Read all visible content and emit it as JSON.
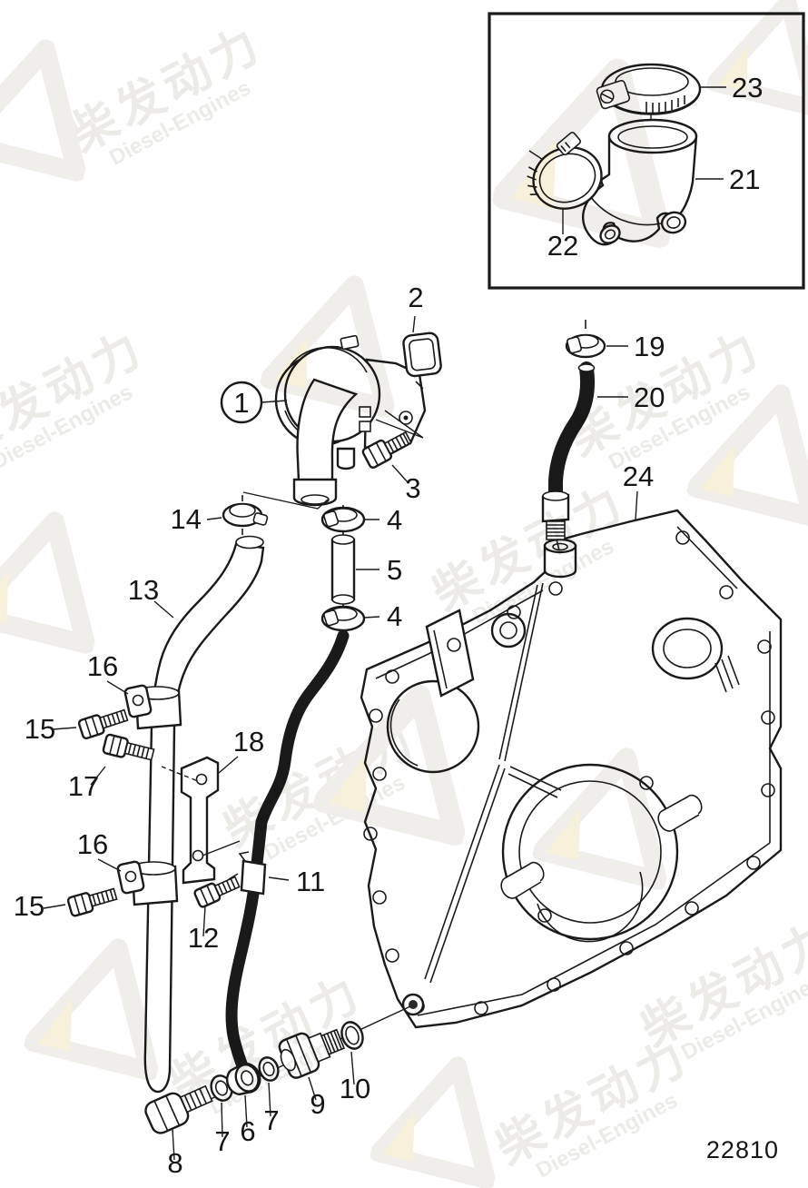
{
  "drawing_number": "22810",
  "watermark": {
    "cn": "柴发动力",
    "en": "Diesel-Engines"
  },
  "colors": {
    "line": "#1a1a1a",
    "background": "#ffffff",
    "watermark_text": "#ecebe7",
    "watermark_logo": "#f0eeea",
    "watermark_accent": "#f7f0da"
  },
  "callouts": [
    {
      "id": "1",
      "text": "1"
    },
    {
      "id": "2",
      "text": "2"
    },
    {
      "id": "3",
      "text": "3"
    },
    {
      "id": "4-top",
      "text": "4"
    },
    {
      "id": "5",
      "text": "5"
    },
    {
      "id": "4-bottom",
      "text": "4"
    },
    {
      "id": "13",
      "text": "13"
    },
    {
      "id": "14",
      "text": "14"
    },
    {
      "id": "16-upper",
      "text": "16"
    },
    {
      "id": "15-upper",
      "text": "15"
    },
    {
      "id": "17",
      "text": "17"
    },
    {
      "id": "18",
      "text": "18"
    },
    {
      "id": "16-lower",
      "text": "16"
    },
    {
      "id": "15-lower",
      "text": "15"
    },
    {
      "id": "12",
      "text": "12"
    },
    {
      "id": "11",
      "text": "11"
    },
    {
      "id": "8",
      "text": "8"
    },
    {
      "id": "7-left",
      "text": "7"
    },
    {
      "id": "6",
      "text": "6"
    },
    {
      "id": "7-right",
      "text": "7"
    },
    {
      "id": "9",
      "text": "9"
    },
    {
      "id": "10",
      "text": "10"
    },
    {
      "id": "19",
      "text": "19"
    },
    {
      "id": "20",
      "text": "20"
    },
    {
      "id": "24",
      "text": "24"
    },
    {
      "id": "21",
      "text": "21"
    },
    {
      "id": "22",
      "text": "22"
    },
    {
      "id": "23",
      "text": "23"
    }
  ]
}
